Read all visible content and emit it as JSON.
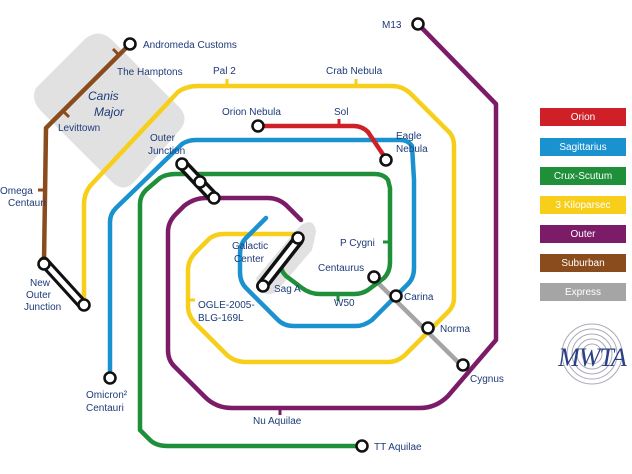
{
  "regions": {
    "canis_major": [
      "Canis",
      "Major"
    ]
  },
  "lines": {
    "orion": {
      "name": "Orion",
      "color": "#cf2027"
    },
    "sagittarius": {
      "name": "Sagittarius",
      "color": "#1a92d0"
    },
    "crux_scutum": {
      "name": "Crux-Scutum",
      "color": "#1f8f3a"
    },
    "three_kiloparsec": {
      "name": "3 Kiloparsec",
      "color": "#f7cf1a"
    },
    "outer": {
      "name": "Outer",
      "color": "#7c1c69"
    },
    "suburban": {
      "name": "Suburban",
      "color": "#8a4c1c"
    },
    "express": {
      "name": "Express",
      "color": "#a5a5a5"
    }
  },
  "stations": {
    "andromeda_customs": "Andromeda Customs",
    "the_hamptons": "The Hamptons",
    "levittown": "Levittown",
    "omega_centauri": [
      "Omega",
      "Centauri"
    ],
    "new_outer_junction": [
      "New",
      "Outer",
      "Junction"
    ],
    "pal2": "Pal 2",
    "crab_nebula": "Crab Nebula",
    "m13": "M13",
    "orion_nebula": "Orion Nebula",
    "sol": "Sol",
    "eagle_nebula": [
      "Eagle",
      "Nebula"
    ],
    "outer_junction": [
      "Outer",
      "Junction"
    ],
    "galactic_center": [
      "Galactic",
      "Center"
    ],
    "sag_a": "Sag A",
    "p_cygni": "P Cygni",
    "centaurus": "Centaurus",
    "w50": "W50",
    "carina": "Carina",
    "ogle": [
      "OGLE-2005-",
      "BLG-169L"
    ],
    "norma": "Norma",
    "cygnus": "Cygnus",
    "omicron2_centauri": [
      "Omicron² ",
      "Centauri"
    ],
    "nu_aquilae": "Nu Aquilae",
    "tt_aquilae": "TT Aquilae"
  },
  "logo": "MWTA"
}
